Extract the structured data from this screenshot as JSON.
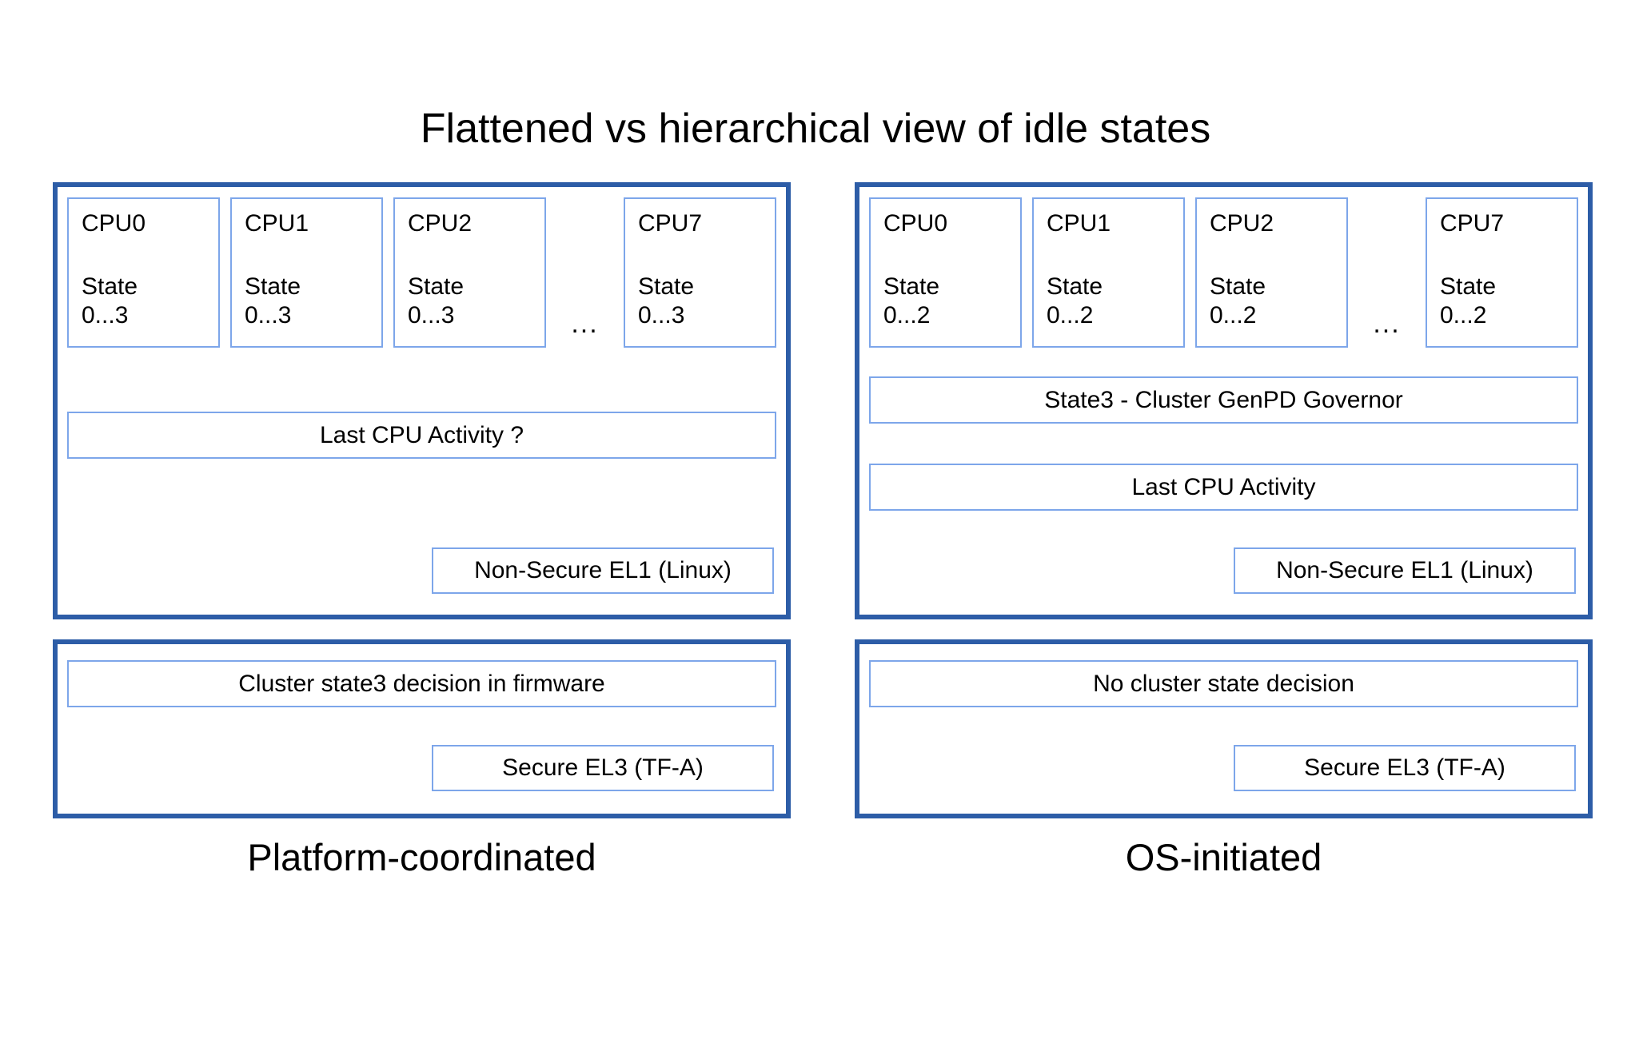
{
  "title": "Flattened vs hierarchical view of idle states",
  "ellipsis": "...",
  "colors": {
    "panel_border": "#2d5da7",
    "box_border": "#7da6ea",
    "text": "#000000",
    "canvas_bg": "#ffffff"
  },
  "panels": [
    {
      "caption": "Platform-coordinated",
      "cpus": [
        {
          "name": "CPU0",
          "state_label": "State",
          "state_range": "0...3"
        },
        {
          "name": "CPU1",
          "state_label": "State",
          "state_range": "0...3"
        },
        {
          "name": "CPU2",
          "state_label": "State",
          "state_range": "0...3"
        },
        {
          "name": "CPU7",
          "state_label": "State",
          "state_range": "0...3"
        }
      ],
      "activity_label": "Last CPU Activity ?",
      "el1_label": "Non-Secure EL1 (Linux)",
      "firmware_label": "Cluster state3 decision in firmware",
      "el3_label": "Secure EL3 (TF-A)"
    },
    {
      "caption": "OS-initiated",
      "cpus": [
        {
          "name": "CPU0",
          "state_label": "State",
          "state_range": "0...2"
        },
        {
          "name": "CPU1",
          "state_label": "State",
          "state_range": "0...2"
        },
        {
          "name": "CPU2",
          "state_label": "State",
          "state_range": "0...2"
        },
        {
          "name": "CPU7",
          "state_label": "State",
          "state_range": "0...2"
        }
      ],
      "governor_label": "State3 - Cluster GenPD Governor",
      "activity_label": "Last CPU Activity",
      "el1_label": "Non-Secure EL1 (Linux)",
      "firmware_label": "No cluster state decision",
      "el3_label": "Secure EL3 (TF-A)"
    }
  ]
}
